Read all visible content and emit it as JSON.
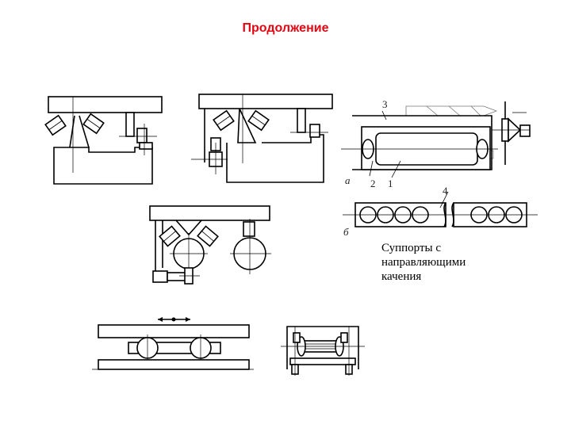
{
  "title": "Продолжение",
  "caption": {
    "line1": "Суппорты с",
    "line2": "направляющими",
    "line3": "качения"
  },
  "figure_labels": {
    "part3": "3",
    "part2": "2",
    "part1": "1",
    "part4": "4",
    "view_a": "а",
    "view_b": "б"
  }
}
